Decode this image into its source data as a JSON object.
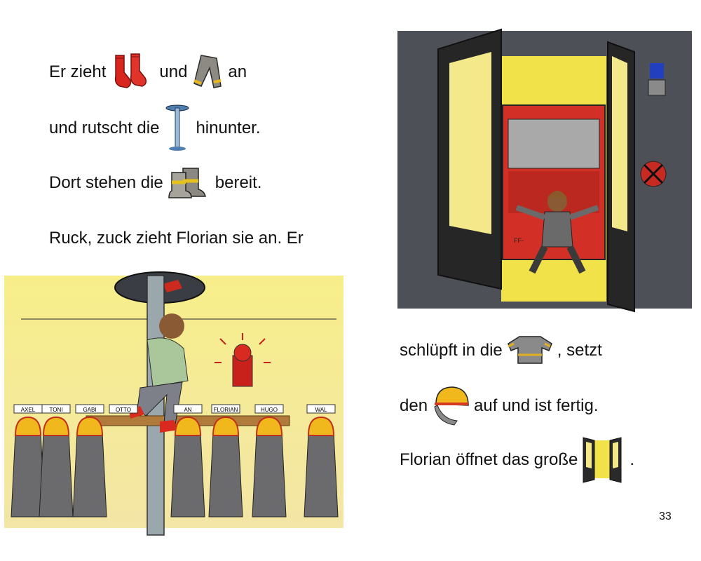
{
  "left_page": {
    "line1": {
      "before": "Er zieht",
      "mid": "und",
      "after": "an",
      "icons": [
        "red-socks-icon",
        "gray-trousers-icon"
      ]
    },
    "line2": {
      "before": "und rutscht die",
      "after": "hinunter.",
      "icons": [
        "fire-pole-icon"
      ]
    },
    "line3": {
      "before": "Dort stehen die",
      "after": "bereit.",
      "icons": [
        "fire-boots-icon"
      ]
    },
    "line4": {
      "text": "Ruck, zuck zieht Florian sie an. Er"
    },
    "illustration": {
      "hook_labels": [
        "AXEL",
        "TONI",
        "GABI",
        "OTTO",
        "AN",
        "FLORIAN",
        "HUGO",
        "WAL"
      ]
    }
  },
  "right_page": {
    "illustration": {
      "truck_plate": "FF-"
    },
    "line5": {
      "before": "schlüpft in die",
      "after": ", setzt",
      "icons": [
        "fire-jacket-icon"
      ]
    },
    "line6": {
      "before": "den",
      "after": "auf und ist fertig.",
      "icons": [
        "helmet-icon"
      ]
    },
    "line7": {
      "before": "Florian öffnet das große",
      "after": ".",
      "icons": [
        "double-door-icon"
      ]
    },
    "page_number": "33"
  }
}
